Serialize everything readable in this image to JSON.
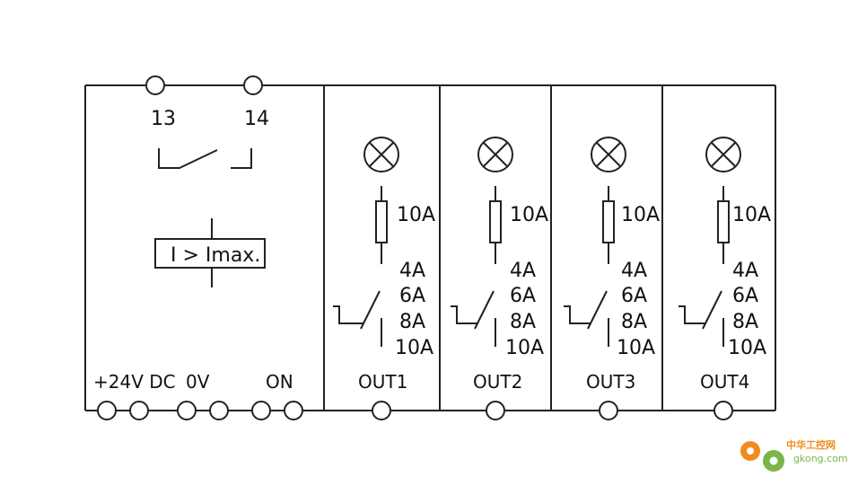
{
  "relay": {
    "terminal_left": "13",
    "terminal_right": "14",
    "current_box_label": "I > Imax."
  },
  "power": {
    "supply_label": "+24V DC",
    "ground_label": "0V",
    "enable_label": "ON"
  },
  "channels": [
    {
      "output": "OUT1",
      "fuse": "10A",
      "settings": [
        "4A",
        "6A",
        "8A",
        "10A"
      ]
    },
    {
      "output": "OUT2",
      "fuse": "10A",
      "settings": [
        "4A",
        "6A",
        "8A",
        "10A"
      ]
    },
    {
      "output": "OUT3",
      "fuse": "10A",
      "settings": [
        "4A",
        "6A",
        "8A",
        "10A"
      ]
    },
    {
      "output": "OUT4",
      "fuse": "10A",
      "settings": [
        "4A",
        "6A",
        "8A",
        "10A"
      ]
    }
  ],
  "watermark": {
    "brand": "中华工控网",
    "url": "gkong.com"
  },
  "colors": {
    "line": "#222222",
    "watermark_orange": "#f08c1e",
    "watermark_green": "#7ab648"
  }
}
